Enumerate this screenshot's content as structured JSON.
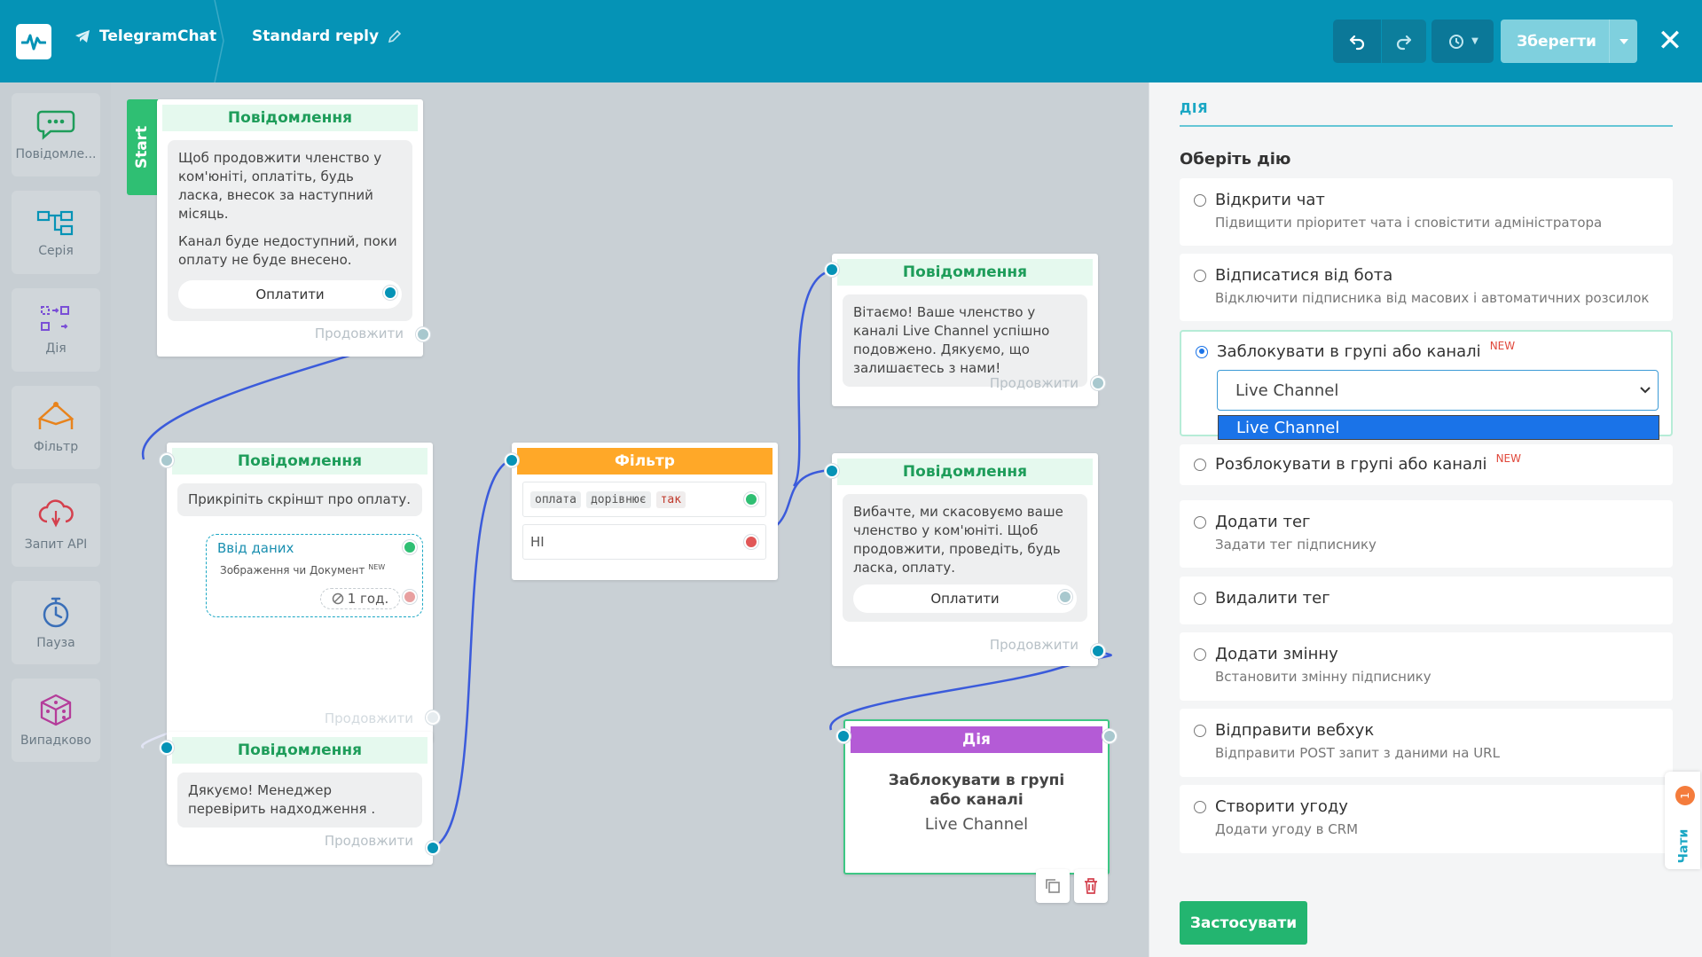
{
  "header": {
    "app_name": "TelegramChat",
    "flow_name": "Standard reply",
    "save_label": "Зберегти"
  },
  "palette": [
    {
      "label": "Повідомле...",
      "icon": "message-bubble-icon"
    },
    {
      "label": "Серія",
      "icon": "series-icon"
    },
    {
      "label": "Дія",
      "icon": "action-icon"
    },
    {
      "label": "Фільтр",
      "icon": "filter-icon"
    },
    {
      "label": "Запит API",
      "icon": "api-cloud-icon"
    },
    {
      "label": "Пауза",
      "icon": "timer-icon"
    },
    {
      "label": "Випадково",
      "icon": "dice-icon"
    }
  ],
  "canvas": {
    "start_label": "Start",
    "continue_label": "Продовжити",
    "node1": {
      "title": "Повідомлення",
      "text1": "Щоб продовжити членство у ком'юніті, оплатіть, будь ласка, внесок за наступний місяць.",
      "text2": "Канал буде недоступний, поки оплату не буде внесено.",
      "button": "Оплатити"
    },
    "node2": {
      "title": "Повідомлення",
      "text": "Прикріпіть скріншт про оплату.",
      "input_title": "Ввід даних",
      "input_sub": "Зображення чи Документ",
      "input_new": "NEW",
      "timeout": "1 год."
    },
    "node3": {
      "title": "Повідомлення",
      "text": "Дякуємо! Менеджер перевірить надходження ."
    },
    "filter": {
      "title": "Фільтр",
      "cond_field": "оплата",
      "cond_op": "дорівнює",
      "cond_val": "так",
      "else_label": "НІ"
    },
    "node4": {
      "title": "Повідомлення",
      "text": "Вітаємо! Ваше членство у каналі Live Channel успішно подовжено. Дякуємо, що залишаєтесь з нами!"
    },
    "node5": {
      "title": "Повідомлення",
      "text": "Вибачте, ми скасовуємо ваше членство у ком'юніті. Щоб продовжити, проведіть, будь ласка, оплату.",
      "button": "Оплатити"
    },
    "action": {
      "title": "Дія",
      "text": "Заблокувати в групі або каналі",
      "channel": "Live Channel"
    }
  },
  "panel": {
    "tab": "ДІЯ",
    "section": "Оберіть дію",
    "new_badge": "NEW",
    "options": [
      {
        "title": "Відкрити чат",
        "desc": "Підвищити пріоритет чата і сповістити адміністратора"
      },
      {
        "title": "Відписатися від бота",
        "desc": "Відключити підписника від масових і автоматичних розсилок"
      },
      {
        "title": "Заблокувати в групі або каналі",
        "desc": ""
      },
      {
        "title": "Розблокувати в групі або каналі",
        "desc": ""
      },
      {
        "title": "Додати тег",
        "desc": "Задати тег підписнику"
      },
      {
        "title": "Видалити тег",
        "desc": ""
      },
      {
        "title": "Додати змінну",
        "desc": "Встановити змінну підписнику"
      },
      {
        "title": "Відправити вебхук",
        "desc": "Відправити POST запит з даними на URL"
      },
      {
        "title": "Створити угоду",
        "desc": "Додати угоду в CRM"
      }
    ],
    "selected_channel": "Live Channel",
    "dropdown_option": "Live Channel",
    "apply_label": "Застосувати",
    "chats_label": "Чати",
    "chats_count": "1"
  },
  "colors": {
    "header_bg": "#0593b6",
    "message_title": "#1e9d5a",
    "filter_head": "#ffa828",
    "action_head": "#b45bd6",
    "apply_button": "#23b570",
    "wire": "#3b5bdb"
  }
}
